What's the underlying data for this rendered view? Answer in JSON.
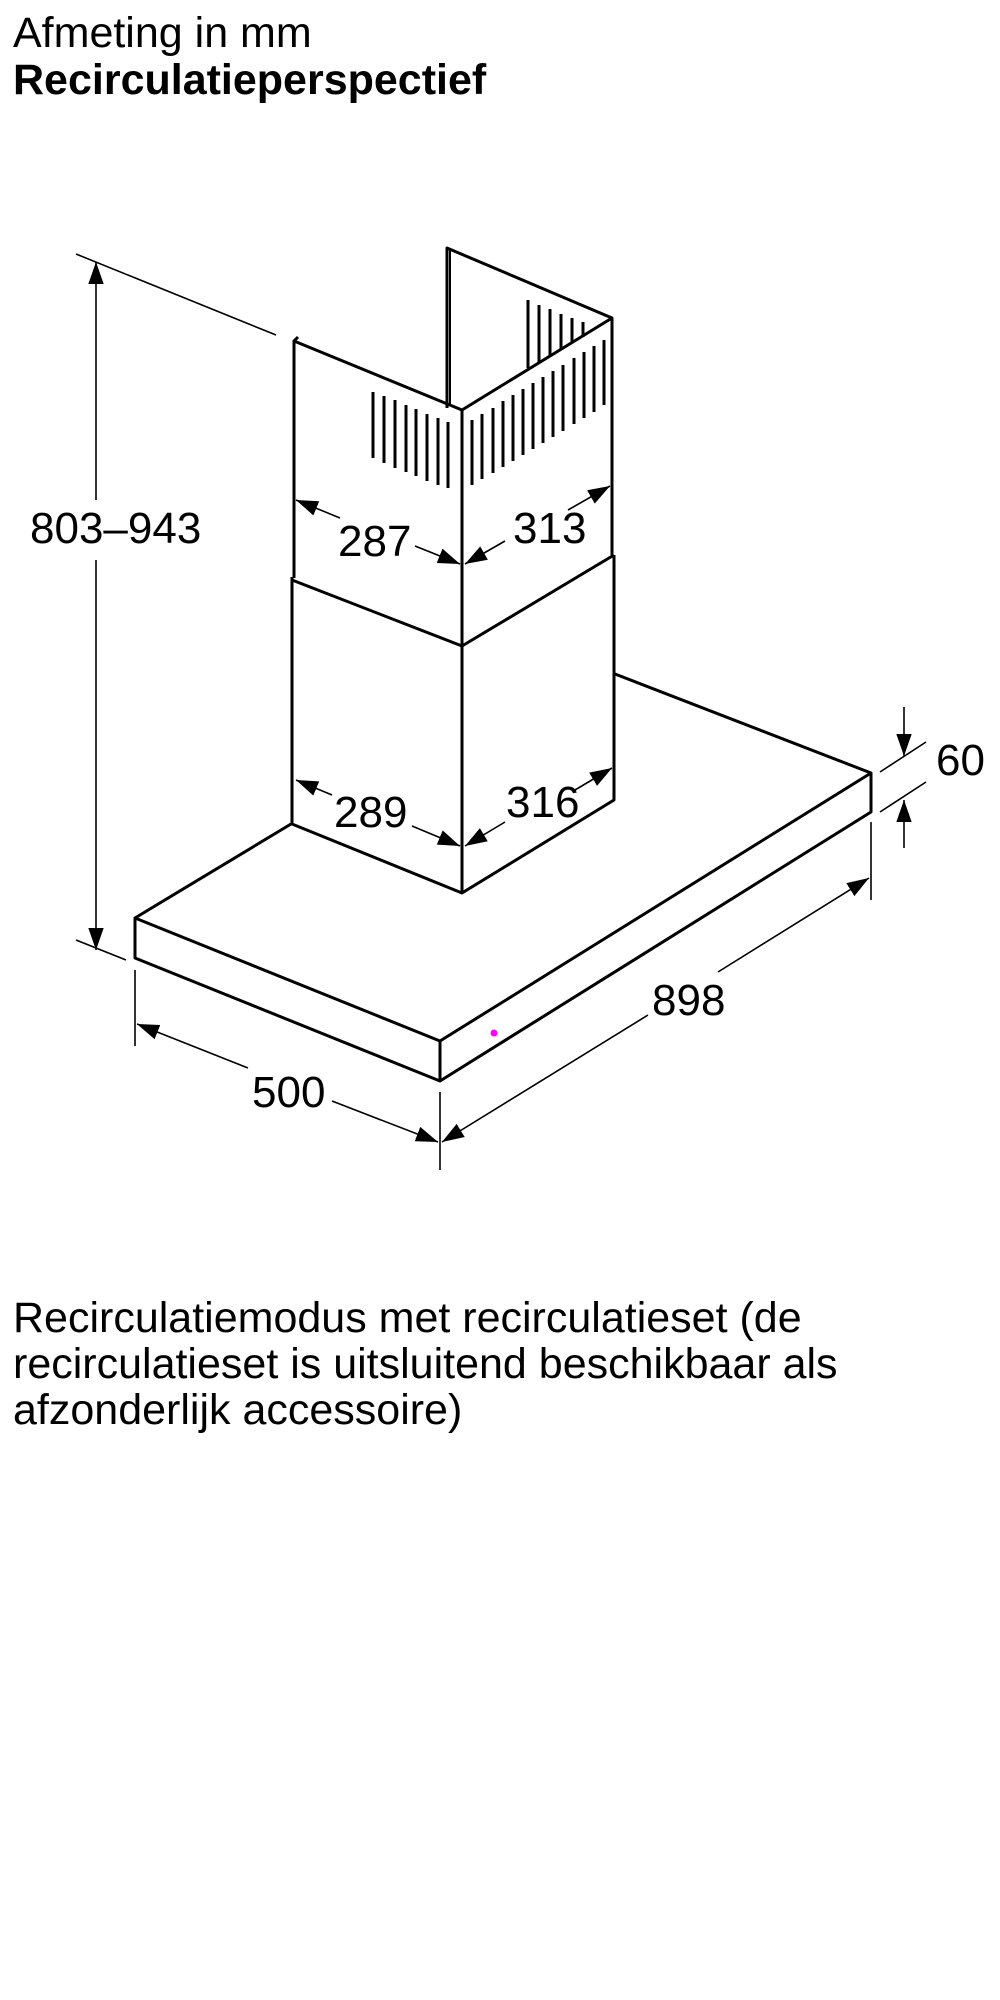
{
  "header": {
    "title": "Afmeting in mm",
    "subtitle": "Recirculatieperspectief"
  },
  "diagram": {
    "subject": "chimney-range-hood-recirculation",
    "dimensions": {
      "total_height": "803–943",
      "upper_chimney_left": "287",
      "upper_chimney_right": "313",
      "lower_chimney_left": "289",
      "lower_chimney_right": "316",
      "hood_thickness": "60",
      "hood_width": "898",
      "hood_depth": "500"
    },
    "colors": {
      "line": "#000000",
      "marker": "#ff00ff"
    }
  },
  "caption": {
    "text": "Recirculatiemodus met recirculatieset (de recirculatieset is uitsluitend beschikbaar als afzonderlijk accessoire)"
  }
}
